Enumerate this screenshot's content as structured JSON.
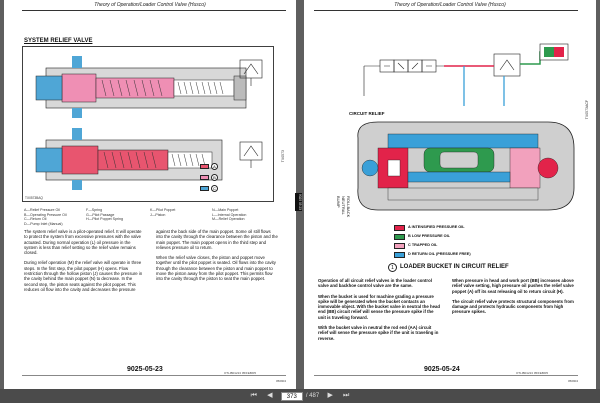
{
  "header": {
    "left_title": "Theory of Operation/Loader Control Valve (Husco)",
    "right_title": "Theory of Operation/Loader Control Valve (Husco)"
  },
  "left": {
    "section_title": "SYSTEM RELIEF VALVE",
    "figure_code": "TX0573BAQ",
    "legend_boxes": [
      {
        "letter": "A",
        "color": "#e8556f"
      },
      {
        "letter": "B",
        "color": "#ef8fb4"
      },
      {
        "letter": "C",
        "color": "#4fa6d6"
      }
    ],
    "legend": [
      [
        "A—Relief Pressure Oil",
        "F—Spring",
        "K—Pilot Poppet",
        "N—Main Poppet"
      ],
      [
        "B—Operating Pressure Oil",
        "G—Pilot Passage",
        "J—Piston",
        "L—Internal Operation"
      ],
      [
        "C—Return Oil",
        "H—Pilot Poppet Spring",
        "",
        "M—Relief Operation"
      ],
      [
        "D—Pump Inlet (Manual)",
        "",
        "",
        ""
      ]
    ],
    "col1": [
      "The system relief valve is a pilot-operated relief. It will operate to protect the system from excessive pressures with the valve actuated. During normal operation (L) oil pressure in the system is less than relief setting so the relief valve remains closed.",
      "During relief operation (M) the relief valve will operate in three steps. In the first step, the pilot poppet (H) opens. Flow restriction through the hollow piston (J) causes the pressure in the cavity behind the main poppet (N) to decrease. In the second step, the piston seats against the pilot poppet. This reduces oil flow into the cavity and decreases the pressure"
    ],
    "col2": [
      "against the back side of the main poppet. Some oil still flows into the cavity through the clearance between the piston and the main poppet. The main poppet opens in the third step and relieves pressure oil to return.",
      "When the relief valve closes, the piston and poppet move together until the pilot poppet is seated. Oil flows into the cavity through the clearance between the piston and main poppet to move the piston away from the pilot poppet. This permits flow into the cavity through the piston to seat the main poppet."
    ],
    "page_number": "9025-05-23",
    "side_code": "TX0573",
    "footer_code": "OTLIB01213   05/FEB/05",
    "corner_code": "050904"
  },
  "tab": {
    "text": "9025 05 23"
  },
  "right": {
    "callout_circuit_relief": "CIRCUIT RELIEF",
    "side_labels": [
      "BUMP",
      "NEUTRAL",
      "ROLLBACK"
    ],
    "legend_items": [
      {
        "letter": "A",
        "label": "INTENSIFIED PRESSURE OIL",
        "color": "#e2234a"
      },
      {
        "letter": "B",
        "label": "LOW PRESSURE OIL",
        "color": "#2e9a4e"
      },
      {
        "letter": "C",
        "label": "TRAPPED OIL",
        "color": "#f2a1bd"
      },
      {
        "letter": "D",
        "label": "RETURN OIL (PRESSURE FREE)",
        "color": "#3aa0d8"
      }
    ],
    "section_title": "LOADER BUCKET IN CIRCUIT RELIEF",
    "section_num": "1",
    "col1": [
      "Operation of all circuit relief valves in the loader control valve and backhoe control valve are the same.",
      "When the bucket is used for machine grading a pressure spike will be generated when the bucket contacts an immovable object. With the bucket valve in neutral the head end (BB) circuit relief will sense the pressure spike if the unit is traveling forward.",
      "With the bucket valve in neutral the rod end (AA) circuit relief will sense the pressure spike if the unit is traveling in reverse."
    ],
    "col2": [
      "When pressure in head and work port (BB) increases above relief valve setting, high pressure oil pushes the relief valve poppet (A) off its seat releasing oil to return circuit (H).",
      "The circuit relief valve protects structural components from damage and protects hydraulic components from high pressure spikes."
    ],
    "page_number": "9025-05-24",
    "side_code": "TX0573ACF",
    "footer_code": "OTLIB01213   05/FEB/05",
    "corner_code": "050904"
  },
  "toolbar": {
    "current_page": "373",
    "page_total": "/ 487"
  }
}
